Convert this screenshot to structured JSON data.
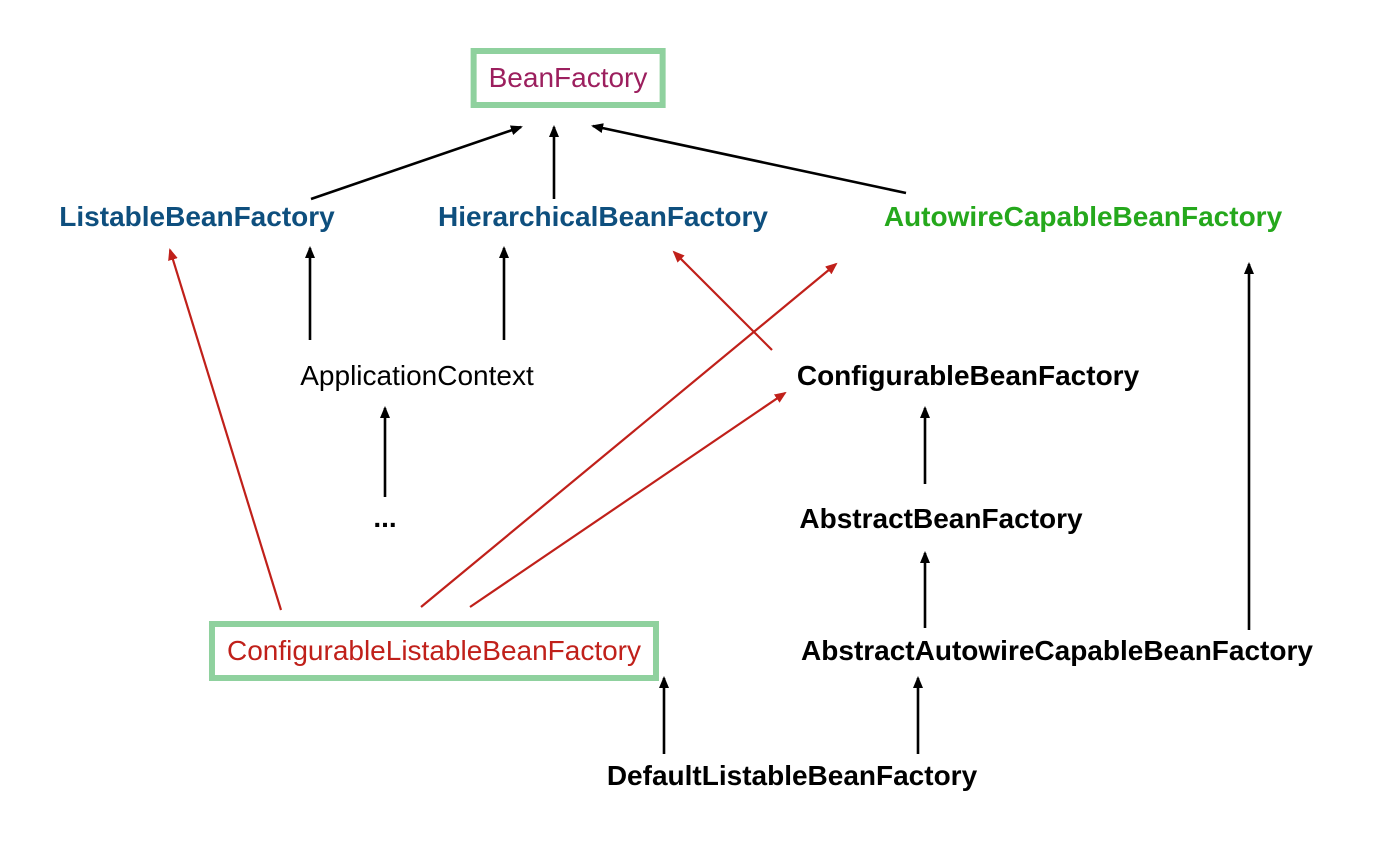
{
  "colors": {
    "black_edge": "#000000",
    "red_edge": "#c0201a",
    "box_border": "#8fd19e",
    "beanfactory_text": "#9c1f5e",
    "blue_text": "#0e4f7e",
    "green_text": "#25a81c",
    "red_text": "#c0201a"
  },
  "nodes": {
    "beanfactory": "BeanFactory",
    "listable": "ListableBeanFactory",
    "hierarchical": "HierarchicalBeanFactory",
    "autowire": "AutowireCapableBeanFactory",
    "appctx": "ApplicationContext",
    "configurable": "ConfigurableBeanFactory",
    "ellipsis": "...",
    "abstract": "AbstractBeanFactory",
    "cfglistable": "ConfigurableListableBeanFactory",
    "abstractautowire": "AbstractAutowireCapableBeanFactory",
    "default": "DefaultListableBeanFactory"
  },
  "edges": [
    {
      "from": "listable",
      "to": "beanfactory",
      "color": "black_edge"
    },
    {
      "from": "hierarchical",
      "to": "beanfactory",
      "color": "black_edge"
    },
    {
      "from": "autowire",
      "to": "beanfactory",
      "color": "black_edge"
    },
    {
      "from": "appctx",
      "to": "listable",
      "color": "black_edge"
    },
    {
      "from": "appctx",
      "to": "hierarchical",
      "color": "black_edge"
    },
    {
      "from": "ellipsis",
      "to": "appctx",
      "color": "black_edge"
    },
    {
      "from": "configurable",
      "to": "hierarchical",
      "color": "red_edge"
    },
    {
      "from": "abstract",
      "to": "configurable",
      "color": "black_edge"
    },
    {
      "from": "abstractautowire",
      "to": "abstract",
      "color": "black_edge"
    },
    {
      "from": "abstractautowire",
      "to": "autowire",
      "color": "black_edge"
    },
    {
      "from": "cfglistable",
      "to": "listable",
      "color": "red_edge"
    },
    {
      "from": "cfglistable",
      "to": "autowire",
      "color": "red_edge"
    },
    {
      "from": "cfglistable",
      "to": "configurable",
      "color": "red_edge"
    },
    {
      "from": "default",
      "to": "cfglistable",
      "color": "black_edge"
    },
    {
      "from": "default",
      "to": "abstractautowire",
      "color": "black_edge"
    }
  ]
}
